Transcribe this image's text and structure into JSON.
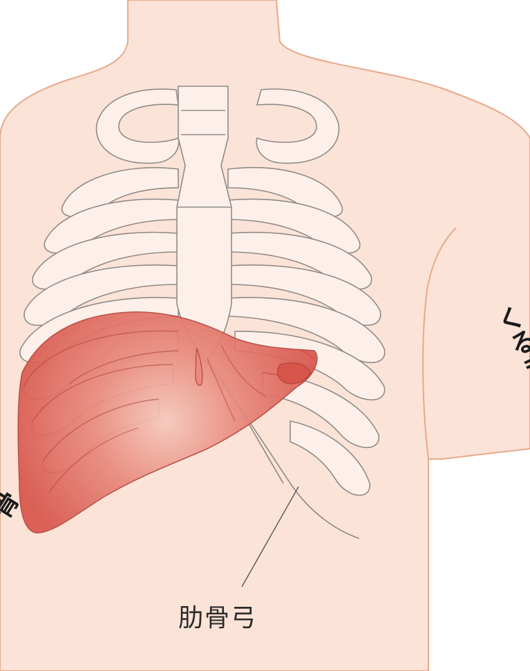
{
  "labels": {
    "costal_arch": "肋骨弓",
    "edge_fragment_right": "くるき",
    "edge_fragment_left": "骨"
  },
  "colors": {
    "skin": "#fbe3d7",
    "skin_outline": "#e8a88a",
    "bone_fill": "#fdf0ea",
    "bone_outline": "#8e8a88",
    "liver": "#dc5a50",
    "liver_highlight": "#f6c9bd",
    "liver_outline": "#b5453d",
    "leader_line": "#555555"
  },
  "icons": [
    "rib-cage-illustration",
    "liver-illustration",
    "torso-silhouette"
  ]
}
